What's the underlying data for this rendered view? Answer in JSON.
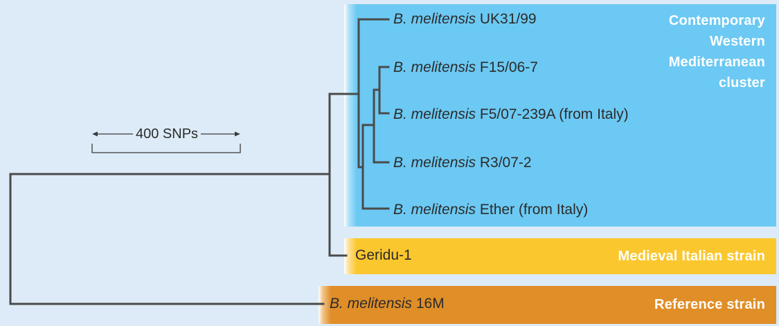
{
  "groups": {
    "contemporary": {
      "lines": [
        "Contemporary",
        "Western",
        "Mediterranean",
        "cluster"
      ],
      "color": "#6cc9f3"
    },
    "medieval": {
      "label": "Medieval Italian strain",
      "color": "#fbc72e"
    },
    "reference": {
      "label": "Reference strain",
      "color": "#e08e28"
    }
  },
  "taxa": [
    {
      "genus": "B. melitensis",
      "strain": " UK31/99"
    },
    {
      "genus": "B. melitensis",
      "strain": " F15/06-7"
    },
    {
      "genus": "B. melitensis",
      "strain": " F5/07-239A (from Italy)"
    },
    {
      "genus": "B. melitensis",
      "strain": " R3/07-2"
    },
    {
      "genus": "B. melitensis",
      "strain": " Ether (from Italy)"
    },
    {
      "genus": "",
      "strain": "Geridu-1"
    },
    {
      "genus": "B. melitensis",
      "strain": " 16M"
    }
  ],
  "scale": {
    "label": "400 SNPs"
  },
  "colors": {
    "branch": "#4a4a4a",
    "background": "#dcebf7"
  }
}
